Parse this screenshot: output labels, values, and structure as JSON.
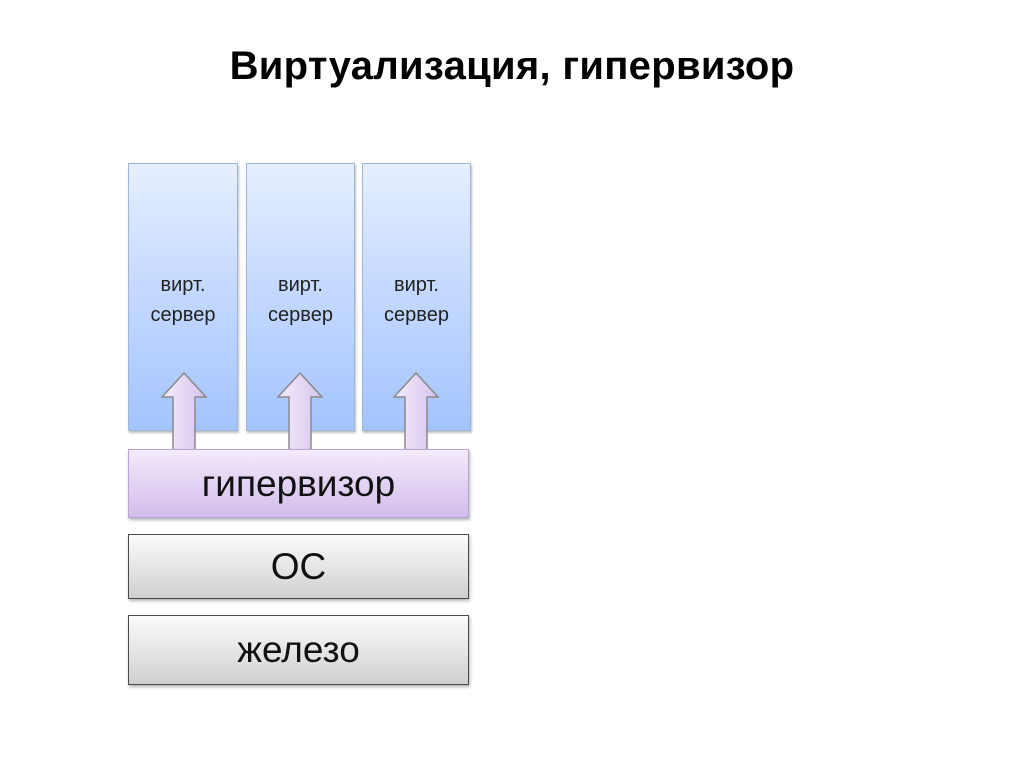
{
  "title": "Виртуализация, гипервизор",
  "virtual_servers": [
    {
      "line1": "вирт.",
      "line2": "сервер"
    },
    {
      "line1": "вирт.",
      "line2": "сервер"
    },
    {
      "line1": "вирт.",
      "line2": "сервер"
    }
  ],
  "layers": {
    "hypervisor": "гипервизор",
    "os": "ОС",
    "hardware": "железо"
  },
  "colors": {
    "vm_fill": "#a3c4ff",
    "hypervisor_fill": "#d2bdec",
    "arrow_fill": "#e3d3f4",
    "arrow_stroke": "#8a8a8a",
    "base_fill": "#cfcfcf"
  }
}
